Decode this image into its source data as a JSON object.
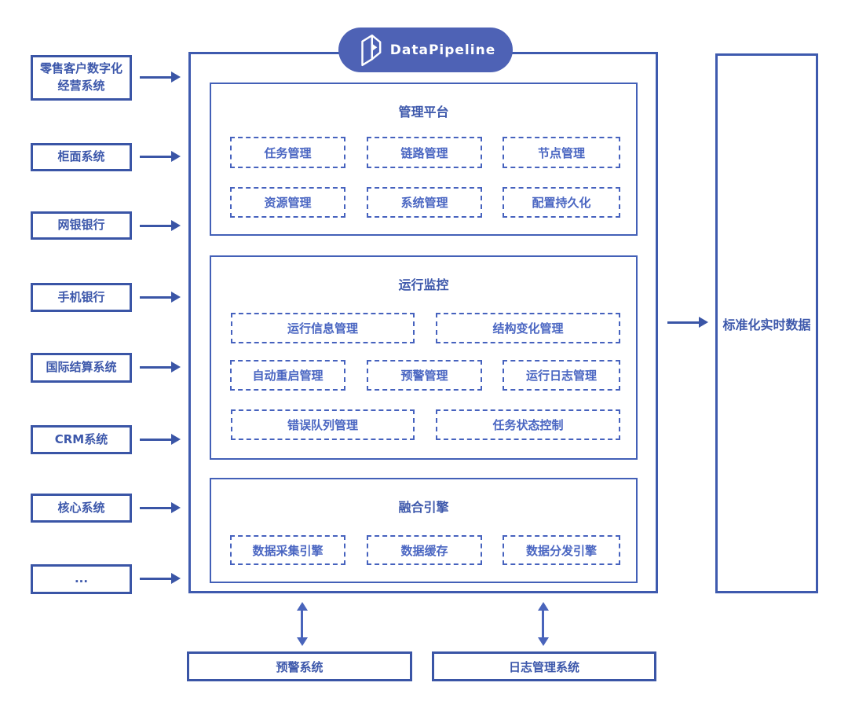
{
  "badge": {
    "label": "DataPipeline",
    "logo": "datapipeline-logo"
  },
  "sources": [
    "零售客户数字化经营系统",
    "柜面系统",
    "网银银行",
    "手机银行",
    "国际结算系统",
    "CRM系统",
    "核心系统",
    "..."
  ],
  "pipeline": {
    "sections": [
      {
        "title": "管理平台",
        "rows": [
          [
            "任务管理",
            "链路管理",
            "节点管理"
          ],
          [
            "资源管理",
            "系统管理",
            "配置持久化"
          ]
        ]
      },
      {
        "title": "运行监控",
        "rows": [
          [
            "运行信息管理",
            "结构变化管理"
          ],
          [
            "自动重启管理",
            "预警管理",
            "运行日志管理"
          ],
          [
            "错误队列管理",
            "任务状态控制"
          ]
        ]
      },
      {
        "title": "融合引擎",
        "rows": [
          [
            "数据采集引擎",
            "数据缓存",
            "数据分发引擎"
          ]
        ]
      }
    ]
  },
  "output": {
    "label": "标准化实时数据"
  },
  "bottom_systems": [
    "预警系统",
    "日志管理系统"
  ],
  "colors": {
    "primary_blue": "#3a55a6",
    "section_blue": "#4360b7",
    "dashed_blue": "#4662be",
    "badge_blue": "#4e62b5",
    "background": "#ffffff"
  }
}
